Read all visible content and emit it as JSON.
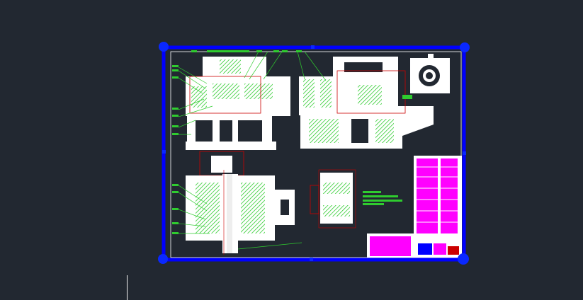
{
  "canvas": {
    "background": "#222831",
    "selection_color": "#0000ff",
    "grip_color": "#0a28ff",
    "part_color": "#ffffff",
    "dimension_color": "#cc0000",
    "leader_color": "#00ff00",
    "text_color": "#ff00ff"
  },
  "drawing": {
    "state": "selected",
    "grips": [
      "top-left",
      "top-right",
      "bottom-left",
      "bottom-right",
      "left-mid",
      "top-mid",
      "bottom-mid",
      "right-mid"
    ],
    "views": [
      "main-gearbox-view",
      "section-view",
      "lower-spindle-view",
      "detail-bearing-view",
      "small-flange-view"
    ],
    "title_block": "drawing-title-block",
    "technical_requirements": "technical-requirements-table"
  }
}
